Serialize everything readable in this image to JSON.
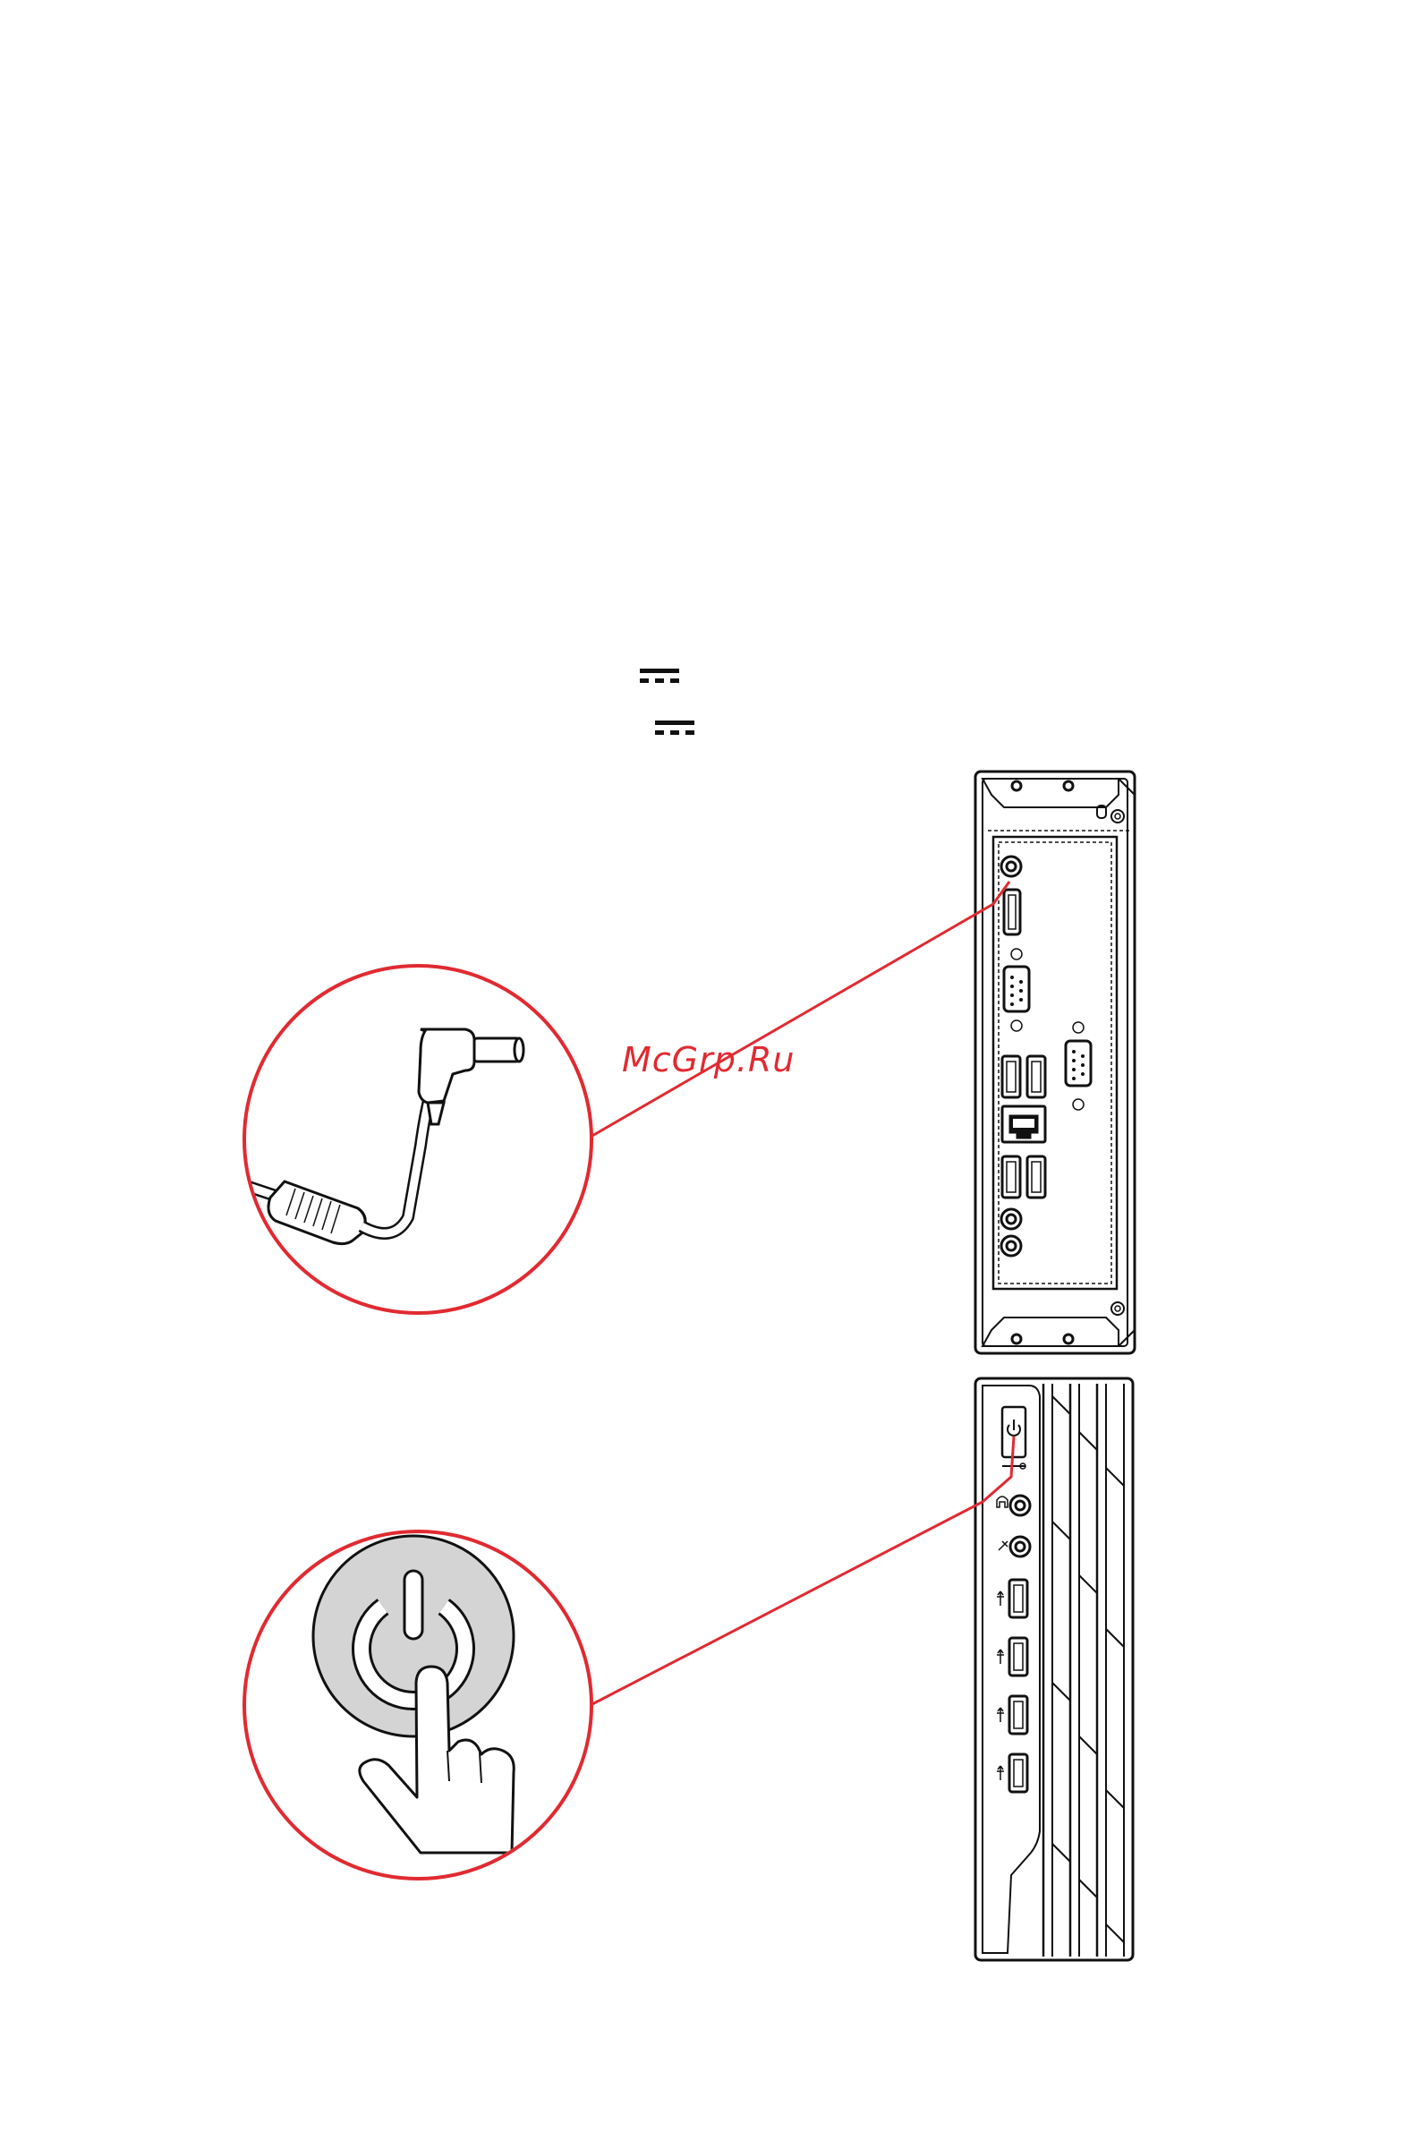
{
  "watermark": {
    "text": "McGrp.Ru",
    "color": "#e12a31"
  },
  "colors": {
    "accent": "#e12a31",
    "line": "#111111",
    "button_fill": "#d4d4d4"
  },
  "icons": {
    "dc_symbol_1": "dc-power-symbol",
    "dc_symbol_2": "dc-power-symbol",
    "rear_callout": "dc-power-plug-icon",
    "front_callout": "power-button-press-icon"
  }
}
